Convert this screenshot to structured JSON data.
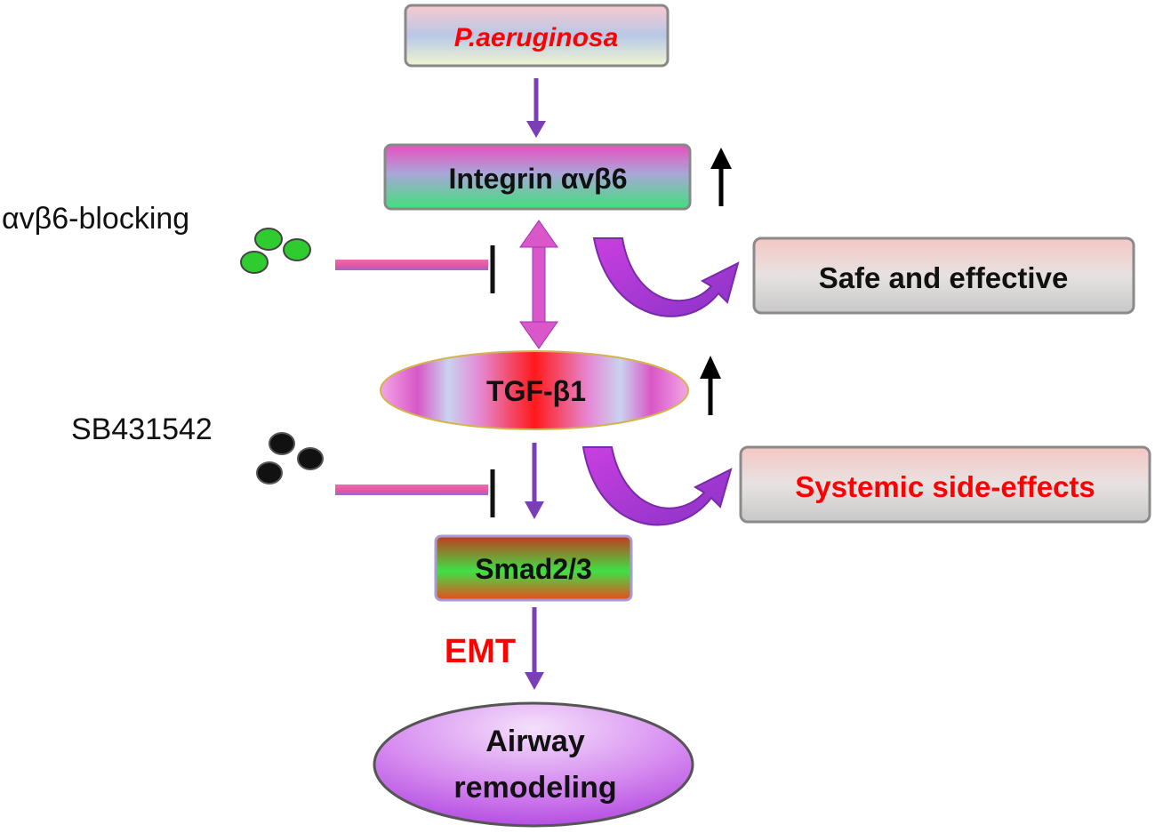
{
  "nodes": {
    "pathogen": "P.aeruginosa",
    "integrin": "Integrin αvβ6",
    "tgf": "TGF-β1",
    "smad": "Smad2/3",
    "airway_line1": "Airway",
    "airway_line2": "remodeling"
  },
  "inhibitors": {
    "avb6_blocking": "αvβ6-blocking",
    "sb431542": "SB431542"
  },
  "outcomes": {
    "safe": "Safe and effective",
    "systemic": "Systemic side-effects"
  },
  "labels": {
    "emt": "EMT"
  },
  "colors": {
    "arrow_purple": "#7b3fb5",
    "outcome_arrow": "#b23ad6",
    "highlight_red": "#ff0000",
    "inhibitor_green": "#2ecc2e",
    "inhibitor_black": "#111111",
    "inhibit_line_pink": "#e0559f"
  }
}
